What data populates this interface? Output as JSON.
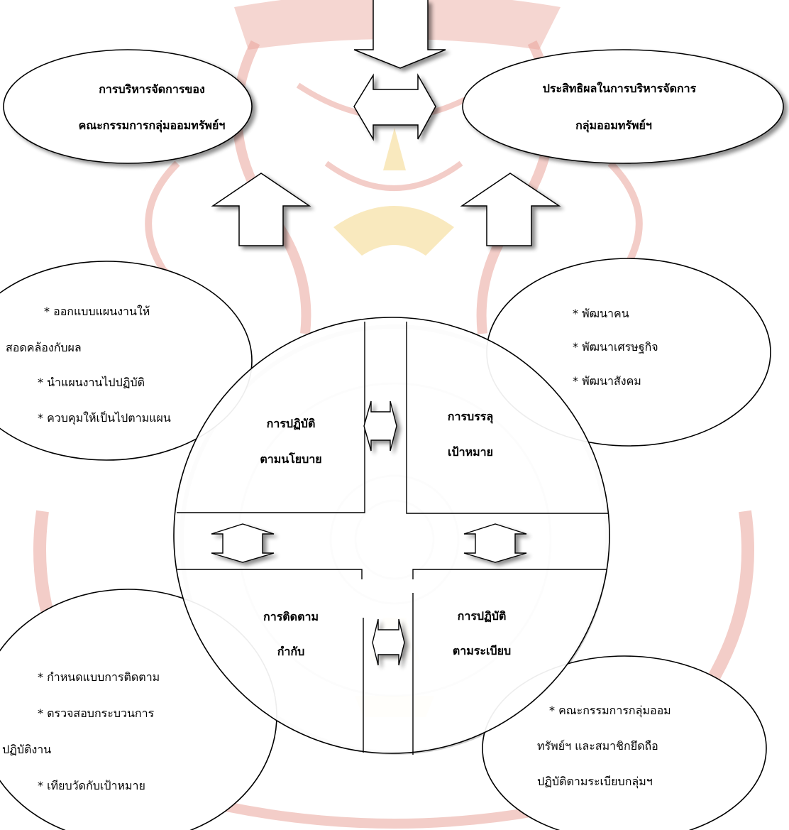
{
  "ovals": {
    "top_left": {
      "line1": "การบริหารจัดการของ",
      "line2": "คณะกรรมการกลุ่มออมทรัพย์ฯ"
    },
    "top_right": {
      "line1": "ประสิทธิผลในการบริหารจัดการ",
      "line2": "กลุ่มออมทรัพย์ฯ"
    },
    "mid_left": {
      "line1": "* ออกแบบแผนงานให้",
      "line2": "สอดคล้องกับผล",
      "line3": "* นำแผนงานไปปฏิบัติ",
      "line4": "* ควบคุมให้เป็นไปตามแผน"
    },
    "mid_right": {
      "line1": "* พัฒนาคน",
      "line2": "* พัฒนาเศรษฐกิจ",
      "line3": "* พัฒนาสังคม"
    },
    "bottom_left": {
      "line1": "* กำหนดแบบการติดตาม",
      "line2": "* ตรวจสอบกระบวนการ",
      "line3": "ปฏิบัติงาน",
      "line4": "* เทียบวัดกับเป้าหมาย"
    },
    "bottom_right": {
      "line1": "* คณะกรรมการกลุ่มออม",
      "line2": "ทรัพย์ฯ และสมาชิกยึดถือ",
      "line3": "ปฏิบัติตามระเบียบกลุ่มฯ"
    }
  },
  "quadrants": {
    "top_left": {
      "line1": "การปฏิบัติ",
      "line2": "ตามนโยบาย"
    },
    "top_right": {
      "line1": "การบรรลุ",
      "line2": "เป้าหมาย"
    },
    "bottom_left": {
      "line1": "การติดตาม",
      "line2": "กำกับ"
    },
    "bottom_right": {
      "line1": "การปฏิบัติ",
      "line2": "ตามระเบียบ"
    }
  }
}
